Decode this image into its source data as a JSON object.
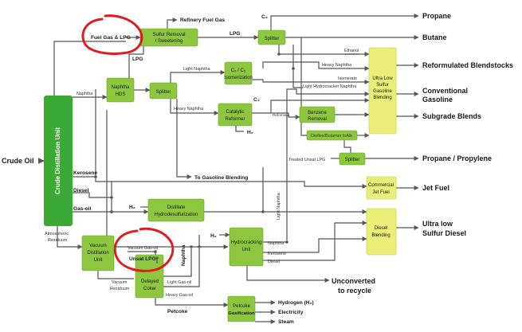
{
  "units": {
    "crude_distillation": "Crude Distillation Unit",
    "sulfur_removal": [
      "Sulfur Removal",
      "/ Sweetening"
    ],
    "splitter_top": "Splitter",
    "naphtha_hds": [
      "Naphtha",
      "HDS"
    ],
    "splitter_mid": "Splitter",
    "isomerization": [
      "C₅ / C₆",
      "Isomerization"
    ],
    "catalytic_reformer": [
      "Catalytic",
      "Reformer"
    ],
    "benzene_removal": [
      "Benzene",
      "Removal"
    ],
    "olefin_unit": "Dieflex/Butamer InAlk",
    "splitter_low": "Splitter",
    "ulsg_blending": [
      "Ultra Low",
      "Sulfur",
      "Gasoline",
      "Blending"
    ],
    "commercial_jet": [
      "Commercial",
      "Jet Fuel"
    ],
    "diesel_blending": [
      "Diesel",
      "Blending"
    ],
    "distillate_hds": [
      "Distillate",
      "Hydrodesulfurization"
    ],
    "hydrocracking": [
      "Hydrocracking",
      "Unit"
    ],
    "vacuum_distillation": [
      "Vacuum",
      "Distillation",
      "Unit"
    ],
    "delayed_coker": [
      "Delayed",
      "Coker"
    ],
    "petcoke_gasification": [
      "Petcoke",
      "Gasification"
    ]
  },
  "products": {
    "propane": "Propane",
    "butane": "Butane",
    "reformulated": "Reformulated Blendstocks",
    "conventional": [
      "Conventional",
      "Gasoline"
    ],
    "subgrade": "Subgrade Blends",
    "propane_propylene": "Propane / Propylene",
    "jet_fuel": "Jet Fuel",
    "ulsd": [
      "Ultra low",
      "Sulfur Diesel"
    ],
    "unconverted": [
      "Unconverted",
      "to recycle"
    ],
    "hydrogen": "Hydrogen (H₂)",
    "electricity": "Electricity",
    "steam": "Steam"
  },
  "labels": {
    "crude_oil": "Crude Oil",
    "fuel_gas_lpg": "Fuel Gas & LPG",
    "refinery_fuel_gas": "Refinery Fuel Gas",
    "lpg_mid": "LPG",
    "lpg_left": "LPG",
    "c3": "C₃",
    "c4": "C₄",
    "naphtha": "Naphtha",
    "light_naphtha": "Light Naphtha",
    "heavy_naphtha_top": "Heavy Naphtha",
    "heavy_naphtha_mid": "Heavy Naphtha",
    "ethanol": "Ethanol",
    "isomerate": "Isomerate",
    "light_hc_naphtha": "Light Hydrocracker Naphtha",
    "reformate": "Reformate",
    "h2_reformer": "H₂",
    "treated_unsat_lpg": "Treated Unsat LPG",
    "to_gasoline_blending": "To Gasoline Blending",
    "kerosene_left": "Kerosene",
    "diesel_left": "Diesel",
    "gas_oil": "Gas-oil",
    "h2_dhds": "H₂",
    "light_naphtha_vertical": "Light Naphtha",
    "atmospheric_residuum": [
      "Atmospheric",
      "Residuum"
    ],
    "vacuum_gas_oil": "Vacuum Gas-oil",
    "unsat_lpg": "Unsat LPG",
    "naphtha_vertical": "Naphtha",
    "h2_hcu": "H₂",
    "hcu_naphtha": "Naphtha",
    "hcu_kerosene": "Kerosene",
    "hcu_diesel": "Diesel",
    "vacuum_residuum": [
      "Vacuum",
      "Residuum"
    ],
    "light_gas_oil": "Light Gas-oil",
    "heavy_gas_oil": "Heavy Gas-oil",
    "petcoke": "Petcoke"
  },
  "colors": {
    "unit_green": "#8dc63f",
    "cdu_green": "#3aaa35",
    "blending_yellow": "#e9ef78",
    "highlight_red": "#e11b22",
    "line_gray": "#555555"
  }
}
